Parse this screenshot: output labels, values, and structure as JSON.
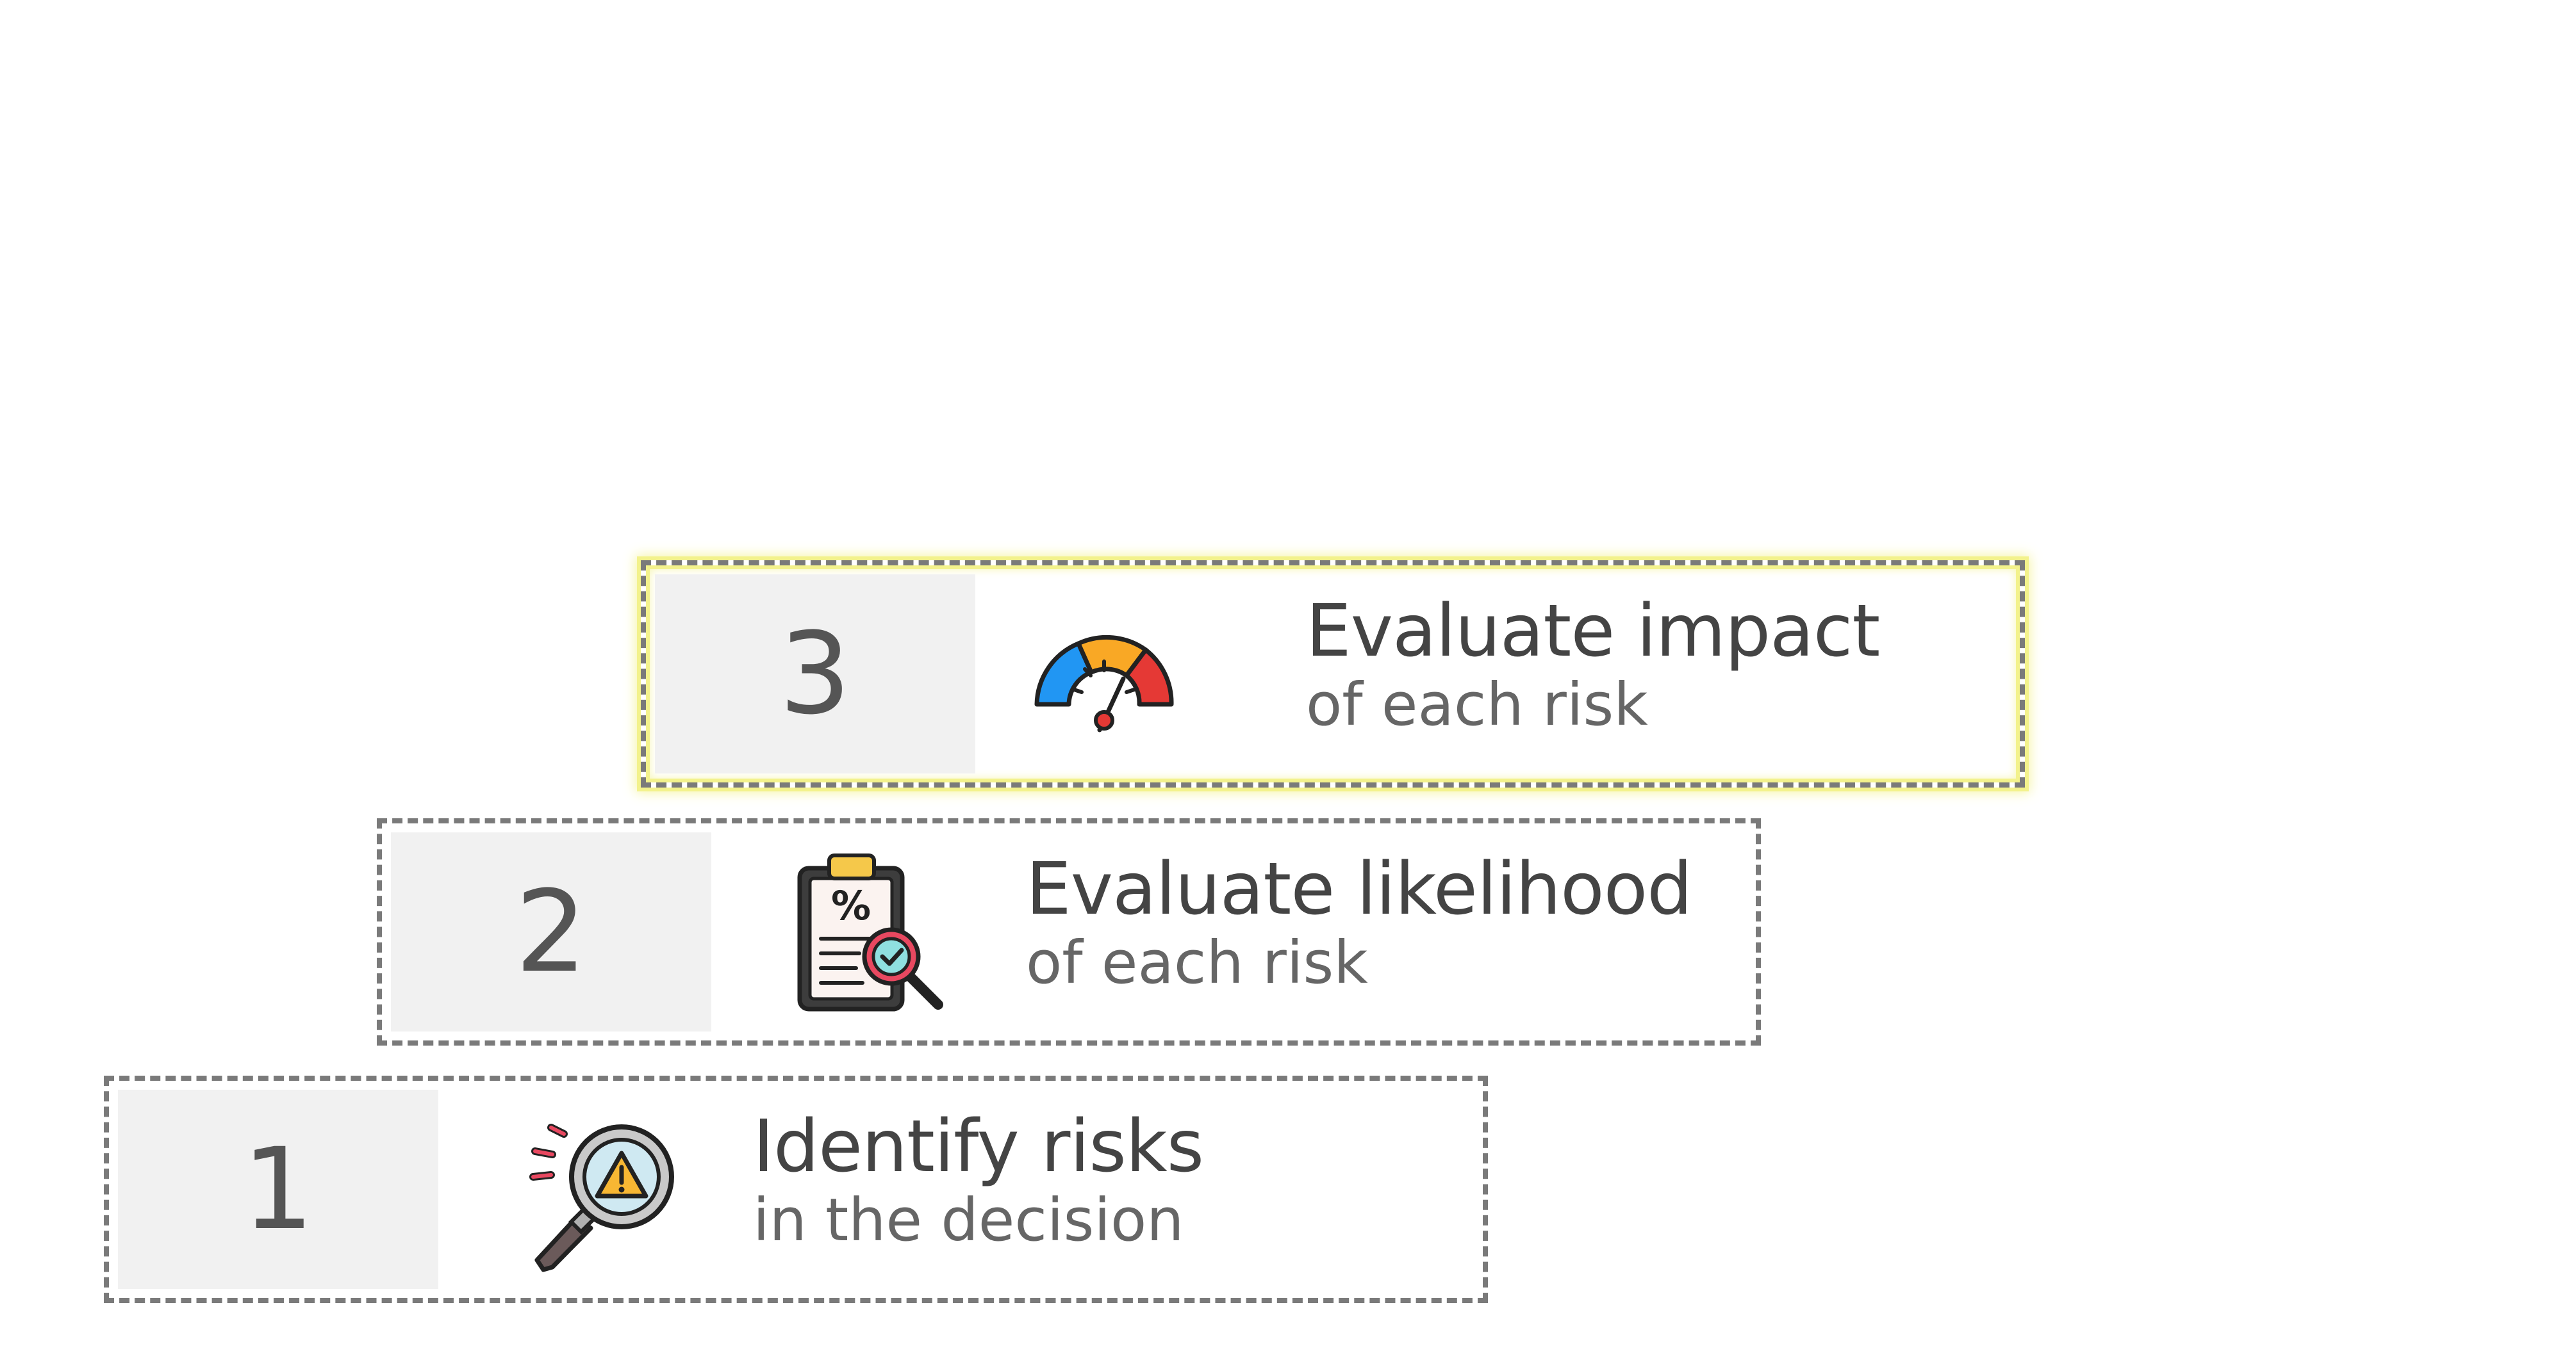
{
  "steps": [
    {
      "number": "1",
      "title": "Identify risks",
      "subtitle": "in the decision",
      "icon": "magnifier-warning-icon"
    },
    {
      "number": "2",
      "title": "Evaluate likelihood",
      "subtitle": "of each risk",
      "icon": "clipboard-percent-icon"
    },
    {
      "number": "3",
      "title": "Evaluate impact",
      "subtitle": "of each risk",
      "icon": "gauge-icon"
    }
  ],
  "colors": {
    "border": "#7a7a7a",
    "highlight": "#f3f28c",
    "number_bg": "#f1f1f1",
    "gauge_blue": "#2196f3",
    "gauge_orange": "#f9a825",
    "gauge_red": "#e53935"
  }
}
